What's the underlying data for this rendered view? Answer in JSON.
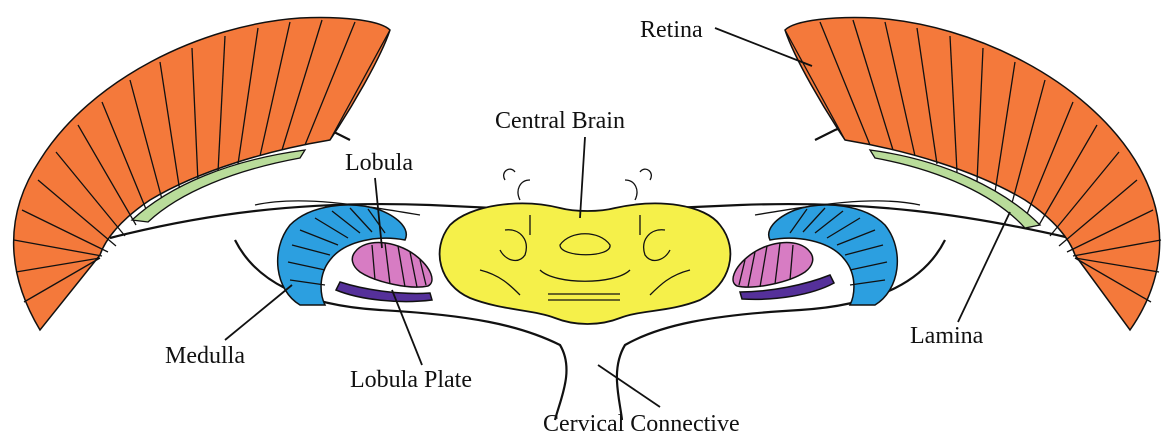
{
  "colors": {
    "retina": "#f4793b",
    "lamina": "#b9dc9a",
    "medulla": "#2c9fe0",
    "lobula": "#d77cc3",
    "lobula_plate": "#55309a",
    "central_brain": "#f5f04a",
    "outline": "#111111"
  },
  "labels": {
    "retina": "Retina",
    "central_brain": "Central Brain",
    "lobula": "Lobula",
    "medulla": "Medulla",
    "lobula_plate": "Lobula Plate",
    "lamina": "Lamina",
    "cervical_connective": "Cervical Connective"
  }
}
